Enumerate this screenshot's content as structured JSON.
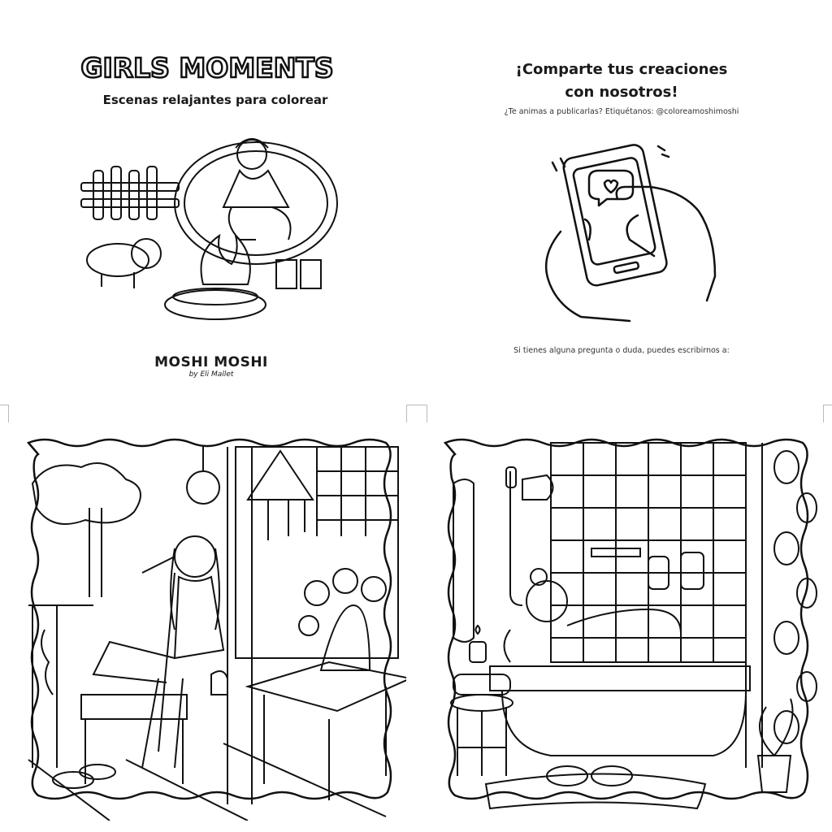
{
  "cover": {
    "title": "GIRLS MOMENTS",
    "subtitle": "Escenas relajantes para colorear",
    "logo_main": "MOSHI MOSHI",
    "logo_by": "by Eli Mallet"
  },
  "share_page": {
    "title_line1": "¡Comparte tus creaciones",
    "title_line2": "con nosotros!",
    "tag_text": "¿Te animas a publicarlas? Etiquétanos: @coloreamoshimoshi",
    "question_text": "Si tienes alguna pregunta o duda, puedes escribirnos a:"
  }
}
